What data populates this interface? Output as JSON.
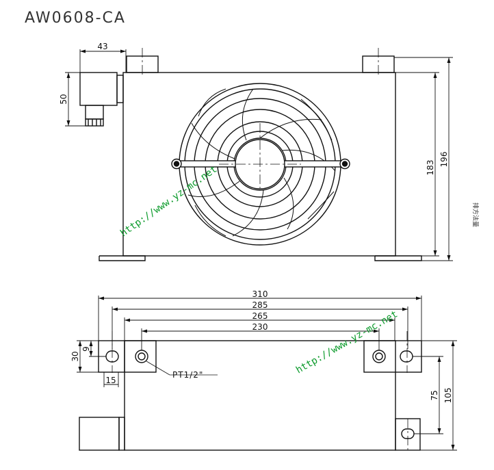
{
  "title": "AW0608-CA",
  "dimensions": {
    "top_view": {
      "motor_width": "43",
      "motor_height": "50",
      "height_inner": "183",
      "height_total": "196"
    },
    "bottom_view": {
      "w310": "310",
      "w285": "285",
      "w265": "265",
      "w230": "230",
      "d30": "30",
      "d9": "9",
      "d15": "15",
      "d75": "75",
      "d105": "105"
    }
  },
  "port_label": "PT1/2\"",
  "watermark": "http://www.yz-mc.net",
  "side_note": "排方法量"
}
